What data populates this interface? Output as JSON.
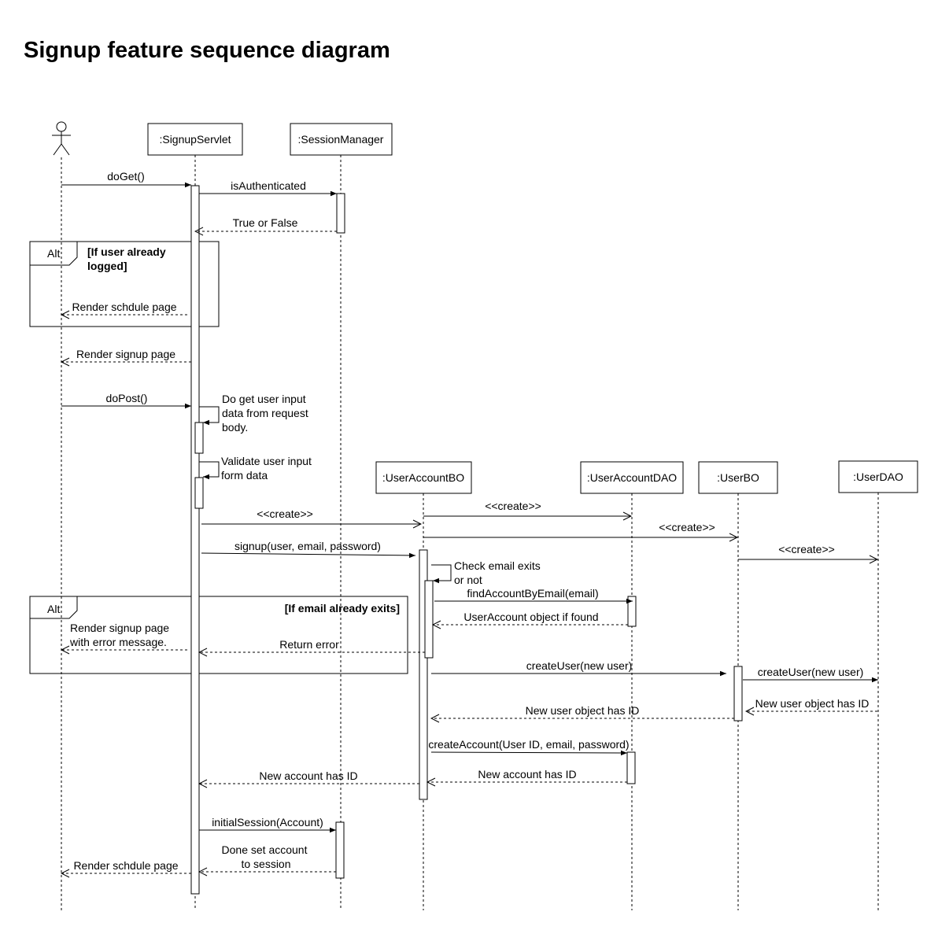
{
  "title": "Signup feature sequence diagram",
  "participants": {
    "signup_servlet": ":SignupServlet",
    "session_manager": ":SessionManager",
    "user_account_bo": ":UserAccountBO",
    "user_account_dao": ":UserAccountDAO",
    "user_bo": ":UserBO",
    "user_dao": ":UserDAO"
  },
  "fragments": {
    "alt1": {
      "keyword": "Alt",
      "guard_line1": "[If user already",
      "guard_line2": "logged]"
    },
    "alt2": {
      "keyword": "Alt",
      "guard": "[If email already exits]"
    }
  },
  "messages": {
    "m1": "doGet()",
    "m2": "isAuthenticated",
    "m3": "True or False",
    "m4": "Render schdule page",
    "m5": "Render signup page",
    "m6": "doPost()",
    "m7": [
      "Do get user input",
      "data from request",
      "body."
    ],
    "m8": [
      "Validate user input",
      "form data"
    ],
    "m9": "<<create>>",
    "m10": "<<create>>",
    "m11": "<<create>>",
    "m12": "<<create>>",
    "m13": "signup(user, email, password)",
    "m14": [
      "Check email exits",
      "or not"
    ],
    "m15": "findAccountByEmail(email)",
    "m16": "UserAccount object if found",
    "m17": [
      "Render signup page",
      "with error message."
    ],
    "m18": "Return error",
    "m19": "createUser(new user)",
    "m20": "createUser(new user)",
    "m21": "New user object has ID",
    "m22": "New user object has ID",
    "m23": "createAccount(User ID, email, password)",
    "m24": "New account has ID",
    "m25": "New account has ID",
    "m26": "initialSession(Account)",
    "m27": [
      "Done set account",
      "to session"
    ],
    "m28": "Render schdule page"
  }
}
